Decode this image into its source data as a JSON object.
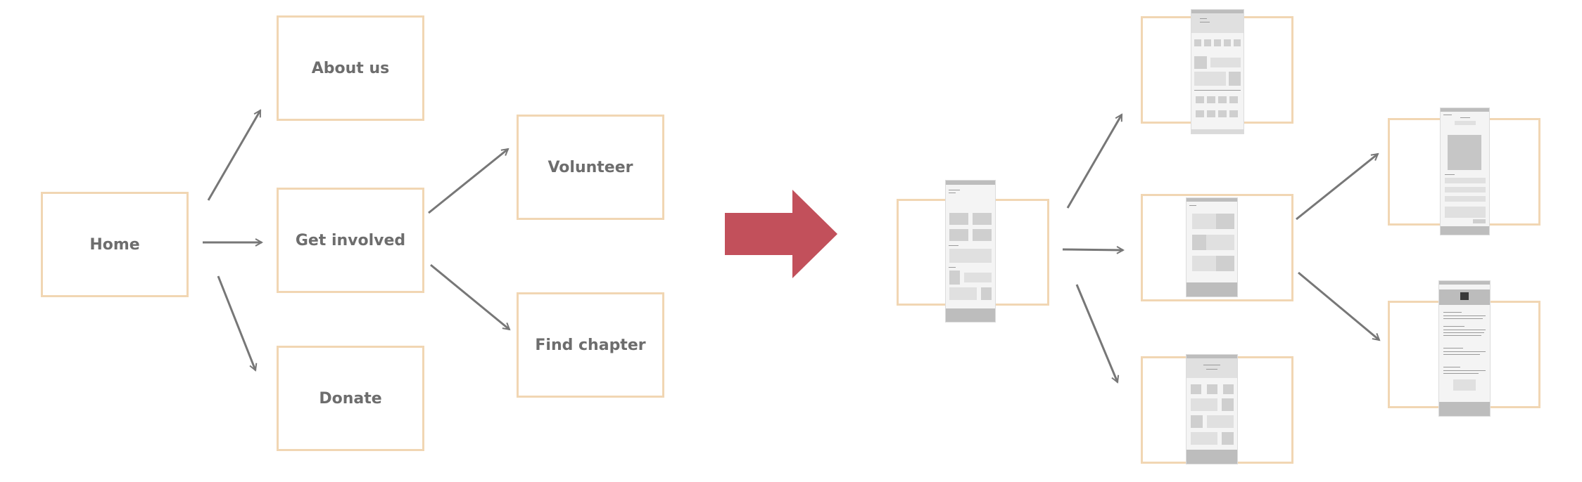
{
  "sitemap": {
    "nodes": [
      {
        "id": "home",
        "label": "Home"
      },
      {
        "id": "about",
        "label": "About us"
      },
      {
        "id": "involved",
        "label": "Get involved"
      },
      {
        "id": "donate",
        "label": "Donate"
      },
      {
        "id": "volunteer",
        "label": "Volunteer"
      },
      {
        "id": "chapter",
        "label": "Find chapter"
      }
    ],
    "edges": [
      {
        "from": "home",
        "to": "about"
      },
      {
        "from": "home",
        "to": "involved"
      },
      {
        "from": "home",
        "to": "donate"
      },
      {
        "from": "involved",
        "to": "volunteer"
      },
      {
        "from": "involved",
        "to": "chapter"
      }
    ]
  },
  "wireframes": {
    "pages": [
      "home",
      "about",
      "involved",
      "donate",
      "volunteer",
      "chapter"
    ],
    "edges": [
      {
        "from": "home",
        "to": "about"
      },
      {
        "from": "home",
        "to": "involved"
      },
      {
        "from": "home",
        "to": "donate"
      },
      {
        "from": "involved",
        "to": "volunteer"
      },
      {
        "from": "involved",
        "to": "chapter"
      }
    ]
  },
  "colors": {
    "box_border": "#f1d6b3",
    "arrow": "#777777",
    "transition_arrow": "#c2505b",
    "label": "#6d6d6d",
    "wireframe_block": "#cfcfcf",
    "wireframe_bar": "#bdbdbd"
  },
  "icons": {
    "transition": "big-right-arrow-icon",
    "connector": "arrow-icon"
  }
}
